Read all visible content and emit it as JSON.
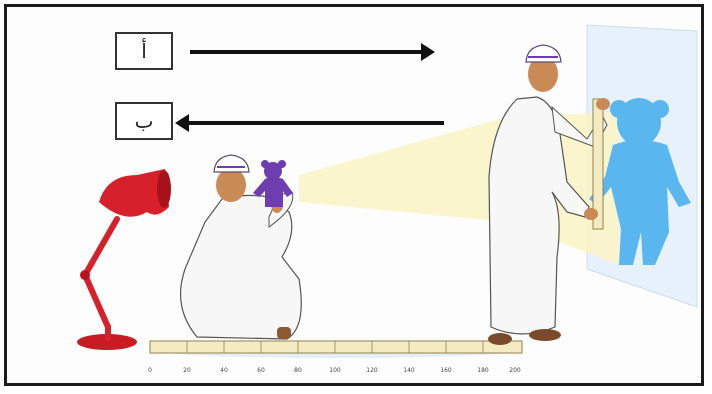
{
  "labels": {
    "a": "أ",
    "b": "ب"
  },
  "ruler": {
    "ticks": [
      "0",
      "20",
      "40",
      "60",
      "80",
      "100",
      "120",
      "140",
      "160",
      "180",
      "200"
    ]
  },
  "colors": {
    "lamp": "#d6202a",
    "shadow": "#59b6ee",
    "screen": "#e6f1fb",
    "puppet": "#6e3db0",
    "light_beam": "#fbf4c8",
    "robe": "#f7f7f7",
    "skin": "#c98a56"
  },
  "icons": [
    "arrow-right-icon",
    "arrow-left-icon",
    "lamp-icon",
    "puppet-icon",
    "shadow-icon"
  ]
}
